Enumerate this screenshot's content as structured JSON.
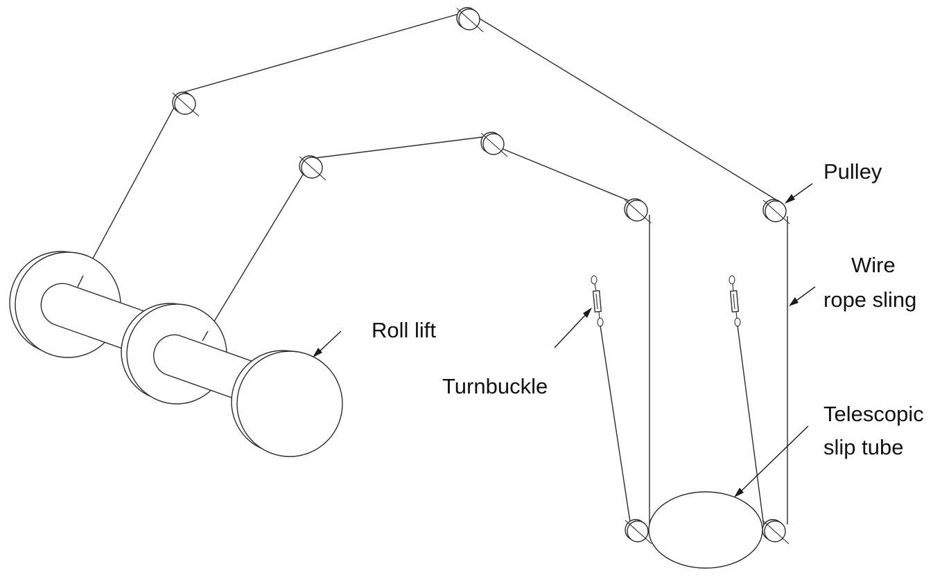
{
  "labels": {
    "pulley": "Pulley",
    "wire_line1": "Wire",
    "wire_line2": "rope sling",
    "roll_lift": "Roll lift",
    "turnbuckle": "Turnbuckle",
    "telescopic_line1": "Telescopic",
    "telescopic_line2": "slip tube"
  },
  "colors": {
    "stroke": "#2b2b2b",
    "text": "#111111",
    "background": "#ffffff"
  }
}
